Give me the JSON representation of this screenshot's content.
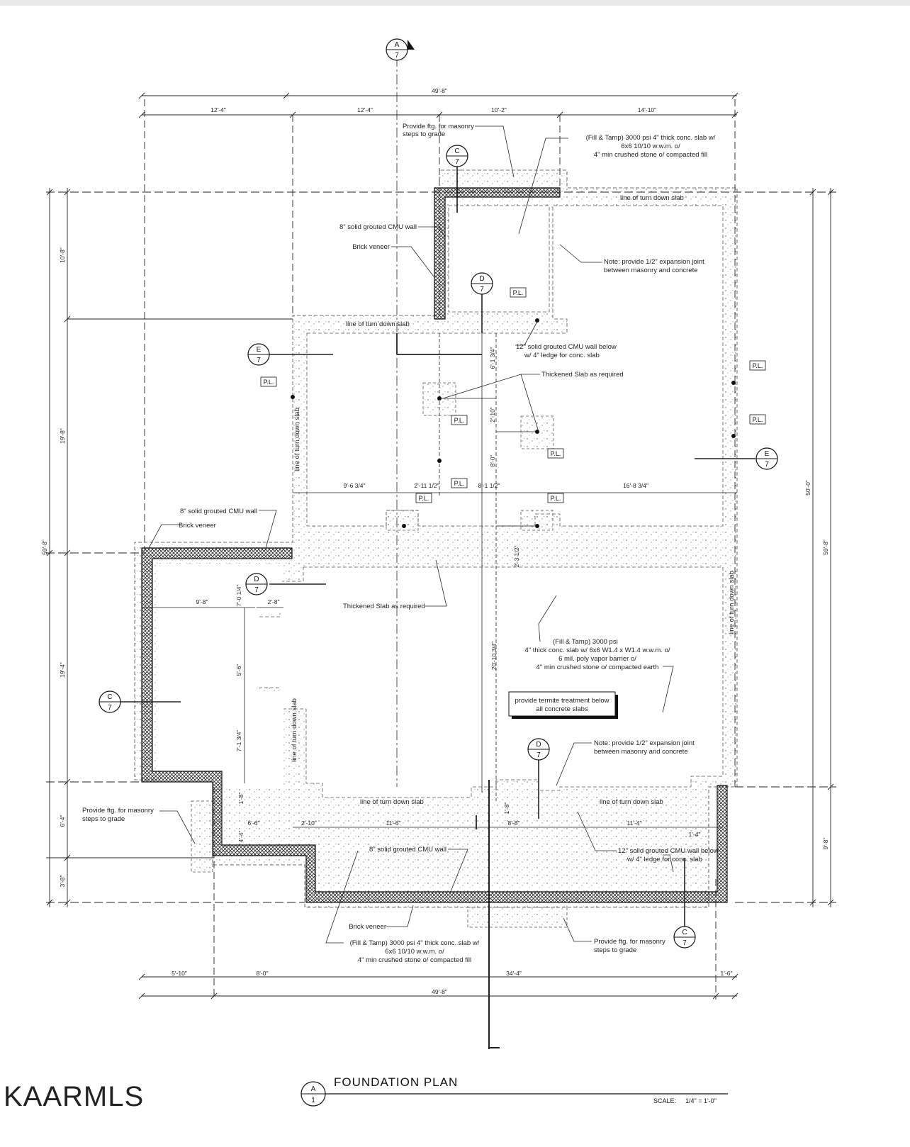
{
  "sheet": {
    "title": "FOUNDATION PLAN",
    "scale_label": "SCALE:",
    "scale_value": "1/4\" = 1'-0\"",
    "title_bubble": {
      "top": "A",
      "bottom": "1"
    },
    "logo": "KAARMLS"
  },
  "dimensions": {
    "top_overall": "49'-8\"",
    "top_segments": [
      "12'-4\"",
      "12'-4\"",
      "10'-2\"",
      "14'-10\""
    ],
    "bottom_overall": "49'-8\"",
    "bottom_segments": [
      "5'-10\"",
      "8'-0\"",
      "34'-4\"",
      "1'-6\""
    ],
    "left_outer": "59'-8\"",
    "left_segments": [
      "10'-8\"",
      "19'-8\"",
      "19'-4\"",
      "6'-4\"",
      "3'-8\""
    ],
    "right_outer": "59'-8\"",
    "right_inner": "50'-0\"",
    "right_bottom": "9'-8\"",
    "interior": {
      "d1": "6'-1 3/4\"",
      "d2": "2'-10\"",
      "d3": "8'-0\"",
      "d4": "9'-6 3/4\"",
      "d5": "2'-11 1/2\"",
      "d6": "8'-1 1/2\"",
      "d7": "16'-8 3/4\"",
      "d8": "2'-3 1/2\"",
      "d9": "9'-8\"",
      "d10": "2'-8\"",
      "d11": "7'-0 1/4\"",
      "d12": "5'-6\"",
      "d13": "7'-1 3/4\"",
      "d14": "20'-10 3/4\"",
      "d15": "1'-8\"",
      "d16": "4'-4\"",
      "d17": "6'-6\"",
      "d18": "2'-10\"",
      "d19": "11'-6\"",
      "d20": "1'-8\"",
      "d21": "8'-8\"",
      "d22": "11'-4\"",
      "d23": "1'-4\""
    }
  },
  "notes": {
    "steps_top": [
      "Provide ftg. for masonry",
      "steps to grade"
    ],
    "slab_top": [
      "(Fill & Tamp) 3000 psi 4\" thick conc. slab w/",
      "6x6 10/10 w.w.m. o/",
      "4\" min crushed stone o/ compacted fill"
    ],
    "cmu_top": "8\" solid grouted CMU wall",
    "brick_top": "Brick veneer",
    "expansion_top": [
      "Note: provide 1/2\" expansion joint",
      "between masonry and concrete"
    ],
    "turn_down_top": "line of turn down slab",
    "turn_down_mid": "line of turn down slab",
    "cmu_12_top": [
      "12\" solid grouted CMU wall below",
      "w/ 4\" ledge for conc. slab"
    ],
    "thickened_top": "Thickened Slab as required",
    "turn_down_left_upper": "line of turn down slab",
    "cmu_left": "8\" solid grouted CMU wall",
    "brick_left": "Brick veneer",
    "thickened_mid": "Thickened Slab as required",
    "slab_main": [
      "(Fill & Tamp) 3000 psi",
      "4\" thick conc. slab w/ 6x6 W1.4 x W1.4 w.w.m. o/",
      "6 mil. poly vapor barrier o/",
      "4\" min crushed stone o/ compacted earth"
    ],
    "termite": [
      "provide termite treatment below",
      "all concrete slabs"
    ],
    "expansion_bottom": [
      "Note: provide 1/2\" expansion joint",
      "between masonry and concrete"
    ],
    "turn_down_right": "line of turn down slab",
    "turn_down_left_lower": "line of turn down slab",
    "turn_down_bottom_a": "line of turn down slab",
    "turn_down_bottom_b": "line of turn down slab",
    "steps_left": [
      "Provide ftg. for masonry",
      "steps to grade"
    ],
    "cmu_bottom": "8\" solid grouted CMU wall",
    "cmu_12_bottom": [
      "12\" solid grouted CMU wall below",
      "w/ 4\" ledge for conc. slab"
    ],
    "brick_bottom": "Brick veneer",
    "slab_bottom": [
      "(Fill & Tamp) 3000 psi 4\" thick conc. slab w/",
      "6x6 10/10 w.w.m. o/",
      "4\" min crushed stone o/ compacted fill"
    ],
    "steps_bottom": [
      "Provide ftg. for masonry",
      "steps to grade"
    ]
  },
  "section_markers": {
    "a_top": {
      "top": "A",
      "bottom": "7"
    },
    "c_top": {
      "top": "C",
      "bottom": "7"
    },
    "d_top": {
      "top": "D",
      "bottom": "7"
    },
    "e_left": {
      "top": "E",
      "bottom": "7"
    },
    "e_right": {
      "top": "E",
      "bottom": "7"
    },
    "d_left": {
      "top": "D",
      "bottom": "7"
    },
    "c_left": {
      "top": "C",
      "bottom": "7"
    },
    "d_bottom": {
      "top": "D",
      "bottom": "7"
    },
    "c_bottom": {
      "top": "C",
      "bottom": "7"
    }
  },
  "pl_label": "P.L."
}
